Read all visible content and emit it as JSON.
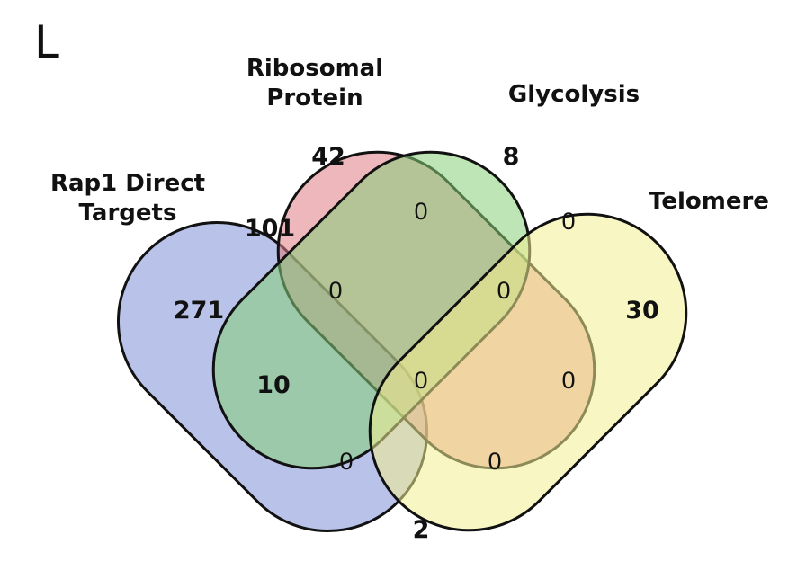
{
  "panel_letter": "L",
  "sets": {
    "rap1": {
      "label_lines": [
        "Rap1 Direct",
        "Targets"
      ],
      "color": "#7f8fd6"
    },
    "ribosomal": {
      "label_lines": [
        "Ribosomal",
        "Protein"
      ],
      "color": "#de7c84"
    },
    "glycolysis": {
      "label_lines": [
        "Glycolysis"
      ],
      "color": "#86cf79"
    },
    "telomere": {
      "label_lines": [
        "Telomere"
      ],
      "color": "#f2ee8f"
    }
  },
  "regions": {
    "rap1_only": "271",
    "ribosomal_only": "42",
    "glycolysis_only": "8",
    "telomere_only": "30",
    "rap1_ribosomal": "101",
    "ribosomal_glycolysis": "0",
    "glycolysis_telomere": "0",
    "rap1_ribosomal_glycolysis": "0",
    "ribosomal_glycolysis_telomere": "0",
    "rap1_glycolysis": "10",
    "all_four": "0",
    "ribosomal_telomere": "0",
    "rap1_glycolysis_telomere": "0",
    "rap1_ribosomal_telomere": "0",
    "rap1_telomere": "2"
  }
}
